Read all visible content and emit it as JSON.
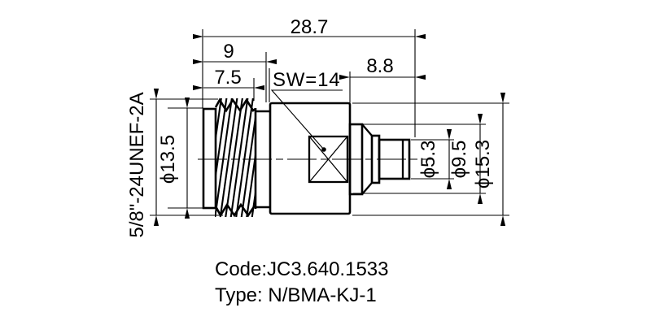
{
  "colors": {
    "ink": "#000000",
    "background": "#ffffff"
  },
  "drawing": {
    "dimensions": {
      "overall_length": "28.7",
      "left_section_length": "9",
      "thread_length": "7.5",
      "right_section_length": "8.8",
      "wrench_size": "SW=14",
      "thread_spec": "5/8\"-24UNEF-2A",
      "coupling_diameter": "ϕ13.5",
      "pin_interface_diameter": "ϕ5.3",
      "step_diameter": "ϕ9.5",
      "body_diameter": "ϕ15.3"
    },
    "title_block": {
      "code": "Code:JC3.640.1533",
      "type": "Type: N/BMA-KJ-1"
    }
  }
}
